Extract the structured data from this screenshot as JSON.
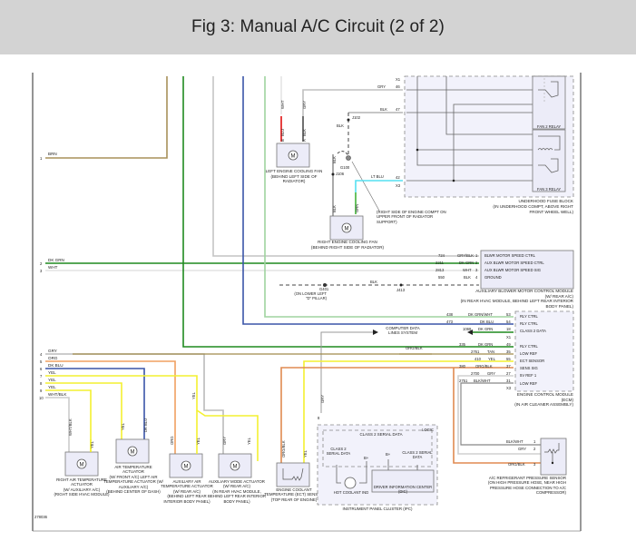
{
  "header": {
    "title": "Fig 3: Manual A/C Circuit (2 of 2)"
  },
  "figure_id": "278036",
  "colors": {
    "brn": "#a8915a",
    "dk_grn": "#1f8a1f",
    "lt_grn": "#9fd49f",
    "wht": "#e4e4e4",
    "gry": "#b8b8b8",
    "dk_blu": "#3a55a8",
    "lt_blu": "#55e0f0",
    "red": "#e01010",
    "yel": "#f4f030",
    "org": "#f0a060",
    "org_blk": "#e08a50",
    "tan": "#a08a4a",
    "blk": "#444444"
  },
  "left_connector": {
    "pins": [
      {
        "pin": "1",
        "color": "BRN"
      },
      {
        "pin": "2",
        "color": "DK GRN"
      },
      {
        "pin": "3",
        "color": "WHT"
      },
      {
        "pin": "4",
        "color": "GRY"
      },
      {
        "pin": "5",
        "color": "ORG"
      },
      {
        "pin": "6",
        "color": "DK BLU"
      },
      {
        "pin": "7",
        "color": "YEL"
      },
      {
        "pin": "8",
        "color": "YEL"
      },
      {
        "pin": "9",
        "color": "YEL"
      },
      {
        "pin": "10",
        "color": "WHT/BLK"
      }
    ]
  },
  "fuse_block": {
    "label": "UNDERHOOD FUSE BLOCK",
    "location": "(IN UNDERHOOD COMPT, ABOVE RIGHT FRONT WHEEL WELL)",
    "relay1": "FAN 2 RELAY",
    "relay2": "FAN 3 RELAY",
    "pins": [
      {
        "pin": "X1",
        "wire": ""
      },
      {
        "pin": "46",
        "wire": "GRY"
      },
      {
        "pin": "47",
        "wire": "BLK"
      },
      {
        "pin": "42",
        "wire": "LT BLU"
      },
      {
        "pin": "X3",
        "wire": ""
      }
    ]
  },
  "left_fan": {
    "name": "LEFT ENGINE COOLING FAN",
    "location": "(BEHIND LEFT SIDE OF RADIATOR)",
    "pin_b": "B",
    "pin_b_wire": "BLU",
    "pin_b_upper": "WHT",
    "pin_a": "A",
    "pin_a_wire": "BLK",
    "pin_a_upper": "GRY",
    "motor": "M"
  },
  "right_fan": {
    "name": "RIGHT ENGINE COOLING FAN",
    "location": "(BEHIND RIGHT SIDE OF RADIATOR)",
    "pin_a": "A",
    "pin_a_wire": "BLK",
    "pin_b": "B",
    "pin_b_wire": "GRN",
    "motor": "M"
  },
  "splices": {
    "j102": "J102",
    "j102_wire": "BLK",
    "g100": "G100",
    "g100_wire": "BLK",
    "j106": "J106",
    "g100_note": "(RIGHT SIDE OF ENGINE COMPT ON UPPER FRONT OF RADIATOR SUPPORT)",
    "g401": "G401",
    "g401_note": "(ON LOWER LEFT \"D\" PILLAR)",
    "j413": "J413",
    "ground_wire": "BLK"
  },
  "aux_blower_module": {
    "name": "AUXILIARY BLOWER MOTOR CONTROL MODULE",
    "note": "(W/ REAR A/C)",
    "location": "(IN REAR HVAC MODULE, BEHIND LEFT REAR INTERIOR BODY PANEL)",
    "pins": [
      {
        "circuit": "724",
        "color": "GRY/BLK",
        "pin": "1",
        "function": "BLWR MOTOR SPEED CTRL"
      },
      {
        "circuit": "2211",
        "color": "DK GRN",
        "pin": "2",
        "function": "AUX BLWR MOTOR SPEED CTRL"
      },
      {
        "circuit": "2813",
        "color": "WHT",
        "pin": "3",
        "function": "AUX BLWR MOTOR SPEED SIG"
      },
      {
        "circuit": "550",
        "color": "BLK",
        "pin": "4",
        "function": "GROUND"
      }
    ]
  },
  "ecm": {
    "name": "ENGINE CONTROL MODULE (ECM)",
    "location": "(IN AIR CLEANER ASSEMBLY)",
    "pins": [
      {
        "circuit": "438",
        "color": "DK GRN/WHT",
        "pin": "53",
        "function": "RLY CTRL"
      },
      {
        "circuit": "473",
        "color": "DK BLU",
        "pin": "54",
        "function": "RLY CTRL"
      },
      {
        "circuit": "1069",
        "color": "DK GRN",
        "pin": "18",
        "function": "CLASS 2 DATA"
      },
      {
        "circuit": "",
        "color": "",
        "pin": "X1",
        "function": ""
      },
      {
        "circuit": "335",
        "color": "DK GRN",
        "pin": "49",
        "function": "RLY CTRL"
      },
      {
        "circuit": "2761",
        "color": "TAN",
        "pin": "35",
        "function": "LOW REF"
      },
      {
        "circuit": "410",
        "color": "YEL",
        "pin": "55",
        "function": "ECT SENSOR"
      },
      {
        "circuit": "380",
        "color": "ORG/BLK",
        "pin": "37",
        "function": "SENS SIG"
      },
      {
        "circuit": "2700",
        "color": "GRY",
        "pin": "27",
        "function": "5V REF 1"
      },
      {
        "circuit": "2751",
        "color": "BLK/WHT",
        "pin": "31",
        "function": "LOW REF"
      },
      {
        "circuit": "",
        "color": "",
        "pin": "X3",
        "function": ""
      }
    ],
    "orgblk_wire": "ORG/BLK"
  },
  "computer_data": "COMPUTER DATA LINES SYSTEM",
  "actuators": [
    {
      "name": "RIGHT AIR TEMPERATURE ACTUATOR",
      "note": "(W/ AUXILIARY A/C)",
      "location": "(RIGHT SIDE HVAC MODULE)",
      "pin1": "1",
      "pin1_wire": "WHT/BLK",
      "pin2": "2",
      "pin2_wire": "YEL"
    },
    {
      "name": "AIR TEMPERATURE ACTUATOR",
      "note": "(W/ FRONT A/C) LEFT AIR TEMPERATURE ACTUATOR (W/ AUXILIARY A/C)",
      "location": "(BEHIND CENTER OF DASH)",
      "pin1": "2",
      "pin1_wire": "YEL",
      "pin2": "1",
      "pin2_wire": "DK BLU"
    },
    {
      "name": "AUXILIARY AIR TEMPERATURE ACTUATOR",
      "note": "(W/ REAR A/C)",
      "location": "(BEHIND LEFT REAR INTERIOR BODY PANEL)",
      "pin1": "1",
      "pin1_wire": "ORG",
      "pin2": "2",
      "pin2_wire": "YEL"
    },
    {
      "name": "AUXILIARY MODE ACTUATOR",
      "note": "(W/ REAR A/C)",
      "location": "(IN REAR HVAC MODULE, BEHIND LEFT REAR INTERIOR BODY PANEL)",
      "pin1": "1",
      "pin1_wire": "GRY",
      "pin2": "2",
      "pin2_wire": "YEL"
    }
  ],
  "mid_yel_label": "YEL",
  "ect_sensor": {
    "name": "ENGINE COOLANT TEMPERATURE (ECT) SENSOR",
    "location": "(TOP REAR OF ENGINE)",
    "pin_a": "A",
    "pin_a_wire": "ORG/BLK",
    "pin_b": "B",
    "pin_b_wire": "YEL"
  },
  "ipc": {
    "name": "INSTRUMENT PANEL CLUSTER (IPC)",
    "logic": "LOGIC",
    "class2_top": "CLASS 2 SERIAL DATA",
    "class2_left": "CLASS 2 SERIAL DATA",
    "class2_right": "CLASS 2 SERIAL DATA",
    "bplus1": "B+",
    "bplus2": "B+",
    "hot_coolant": "HOT COOLANT IND",
    "dic": "DRIVER INFORMATION CENTER (DIC)",
    "pin": "8",
    "pin_wire": "GRY"
  },
  "ac_sensor": {
    "name": "A/C REFRIGERANT PRESSURE SENSOR",
    "location": "(ON HIGH PRESSURE HOSE, NEAR HIGH PRESSURE HOSE CONNECTION TO A/C COMPRESSOR)",
    "pins": [
      {
        "color": "BLK/WHT",
        "pin": "1"
      },
      {
        "color": "GRY",
        "pin": "2"
      },
      {
        "color": "ORG/BLK",
        "pin": "3"
      }
    ]
  }
}
